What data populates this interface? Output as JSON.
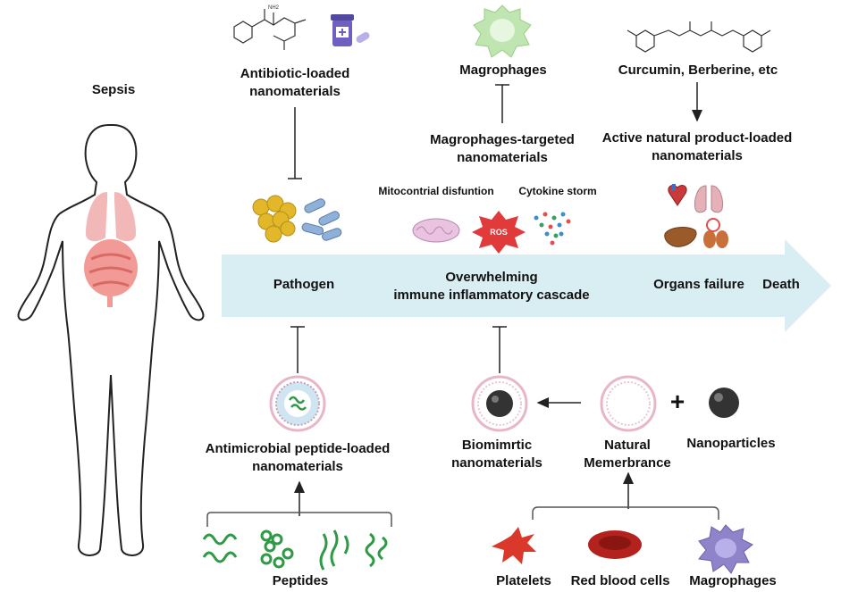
{
  "labels": {
    "sepsis": "Sepsis",
    "antibiotic_1": "Antibiotic-loaded",
    "antibiotic_2": "nanomaterials",
    "magrophages_top": "Magrophages",
    "mtarget_1": "Magrophages-targeted",
    "mtarget_2": "nanomaterials",
    "curcumin": "Curcumin, Berberine, etc",
    "natural_1": "Active natural product-loaded",
    "natural_2": "nanomaterials",
    "mito": "Mitocontrial disfuntion",
    "cytokine": "Cytokine storm",
    "ros": "ROS",
    "pathogen": "Pathogen",
    "cascade_1": "Overwhelming",
    "cascade_2": "immune inflammatory cascade",
    "organs": "Organs failure",
    "death": "Death",
    "amp_1": "Antimicrobial peptide-loaded",
    "amp_2": "nanomaterials",
    "peptides": "Peptides",
    "bio_1": "Biomimrtic",
    "bio_2": "nanomaterials",
    "natmem_1": "Natural",
    "natmem_2": "Memerbrance",
    "nanoparticles": "Nanoparticles",
    "plus": "+",
    "platelets": "Platelets",
    "rbc": "Red blood cells",
    "magrophages_bottom": "Magrophages"
  },
  "colors": {
    "arrow_band": "#d9eef2",
    "lungs": "#f2b8b8",
    "intestine": "#f29a96",
    "bacteria_gold": "#e3b72a",
    "bacteria_blue": "#8fb0d9",
    "macrophage_green": "#bfe6b0",
    "macrophage_purple": "#8f84c9",
    "ros_red": "#e03a3a",
    "platelet_red": "#d9382a",
    "rbc_red": "#b3221d",
    "peptide_green": "#2f9a45",
    "membrane_pink": "#e8b6c9",
    "nanoparticle": "#333333"
  },
  "icons": [
    "human-body-outline",
    "lungs-icon",
    "intestine-icon",
    "antibiotic-molecule-icon",
    "pill-bottle-icon",
    "macrophage-icon",
    "curcumin-molecule-icon",
    "bacteria-cluster-icon",
    "rod-bacteria-icon",
    "mitochondria-icon",
    "ros-burst-icon",
    "cytokine-particles-icon",
    "organs-icon",
    "nanocarrier-icon",
    "peptide-icon",
    "nanoparticle-icon",
    "membrane-icon",
    "platelet-icon",
    "red-blood-cell-icon"
  ]
}
